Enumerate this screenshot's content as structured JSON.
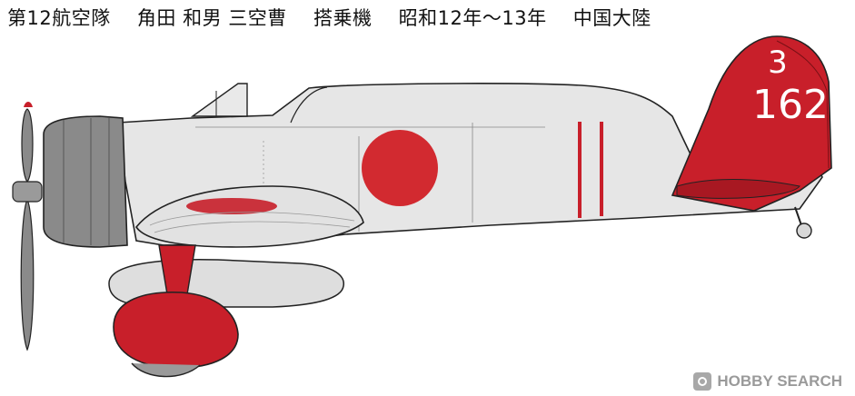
{
  "caption": {
    "unit": "第12航空隊",
    "pilot": "角田 和男 三空曹",
    "role": "搭乗機",
    "period": "昭和12年～13年",
    "region": "中国大陸"
  },
  "tail": {
    "code_top": "3",
    "code_bottom": "162"
  },
  "colors": {
    "fuselage": "#e4e4e4",
    "hinomaru": "#d22a30",
    "tail_red": "#c81f2a",
    "cowling": "#8a8a8a",
    "outline": "#222222"
  },
  "watermark": {
    "text": "HOBBY SEARCH"
  }
}
